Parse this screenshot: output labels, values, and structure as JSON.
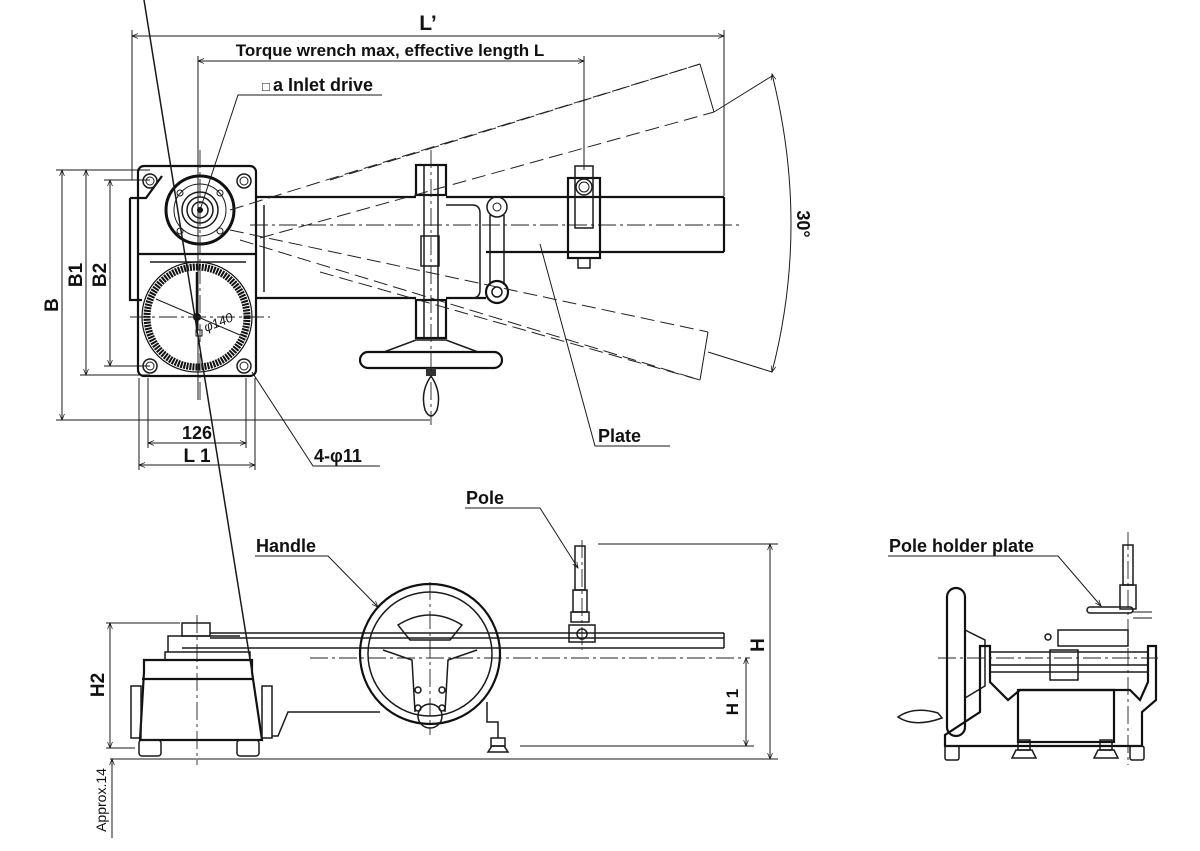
{
  "drawing": {
    "top_view": {
      "dim_overall_length": "L’",
      "dim_effective_length": "Torque wrench max, effective length L",
      "label_inlet_drive_symbol": "□",
      "label_inlet_drive": "a Inlet drive",
      "dim_B": "B",
      "dim_B1": "B1",
      "dim_B2": "B2",
      "dim_126": "126",
      "dim_L1": "L 1",
      "dim_holes": "4-φ11",
      "dial_diameter": "φ140",
      "angle": "30°",
      "label_plate": "Plate"
    },
    "front_view": {
      "label_pole": "Pole",
      "label_handle": "Handle",
      "dim_H": "H",
      "dim_H1": "H 1",
      "dim_H2": "H2",
      "dim_approx": "Approx.14"
    },
    "side_view": {
      "label_pole_holder_plate": "Pole holder plate"
    }
  }
}
